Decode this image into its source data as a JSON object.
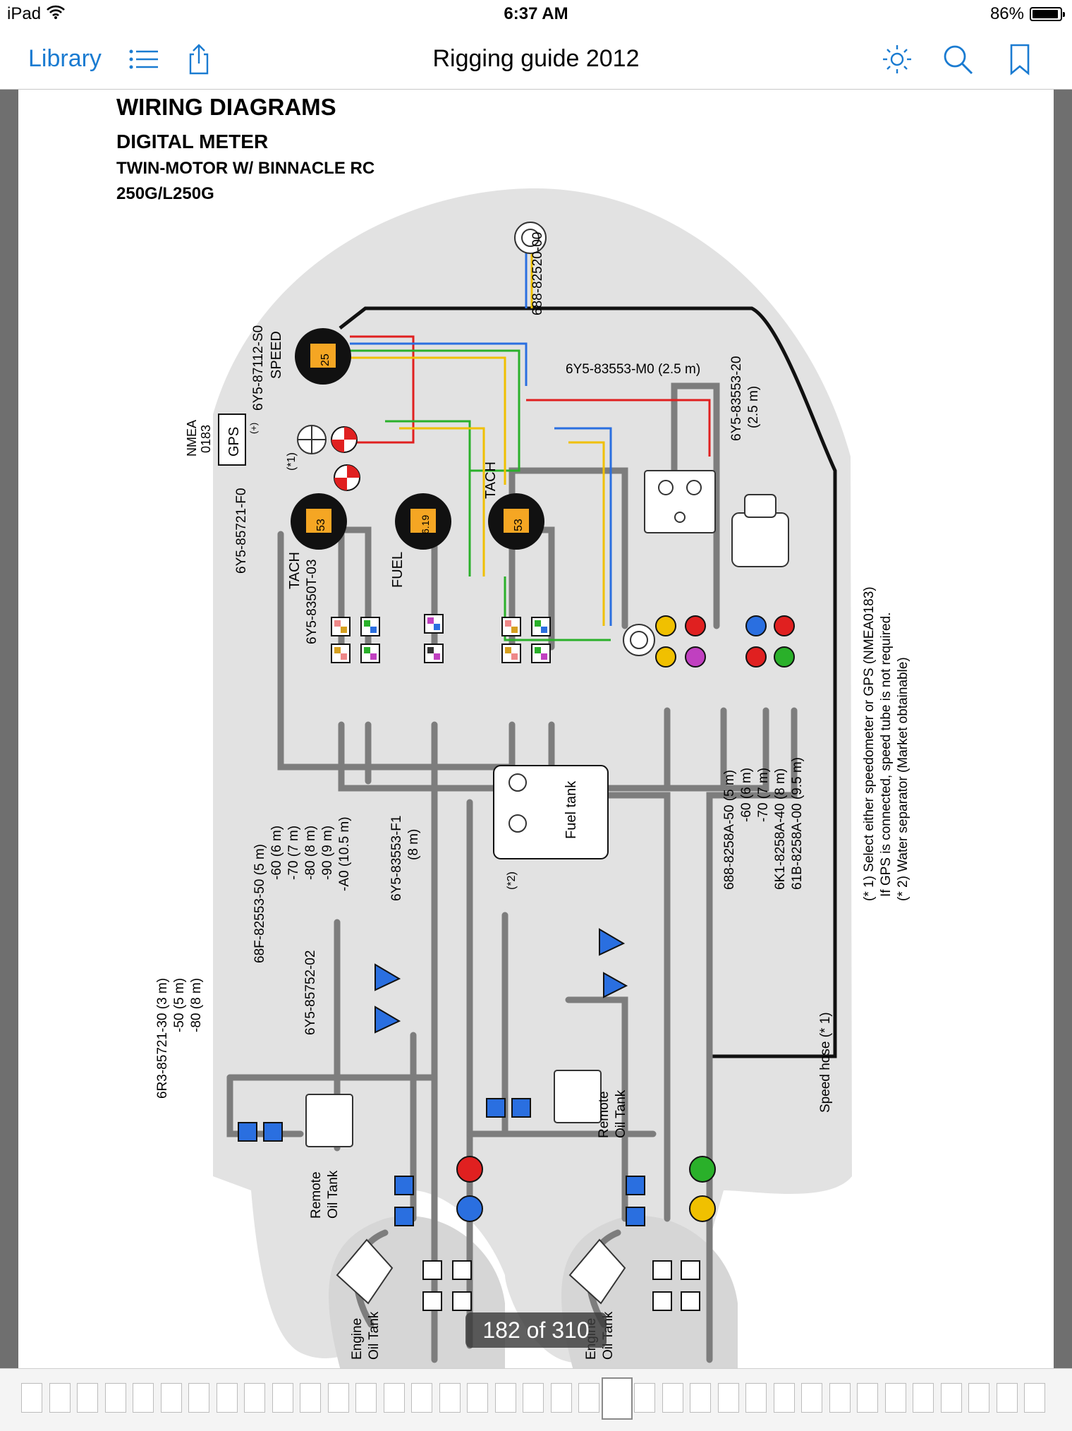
{
  "status_bar": {
    "device": "iPad",
    "time": "6:37 AM",
    "battery": "86%"
  },
  "toolbar": {
    "library_label": "Library",
    "title": "Rigging guide 2012",
    "icons": [
      "list-icon",
      "share-icon",
      "brightness-icon",
      "search-icon",
      "bookmark-icon"
    ]
  },
  "document": {
    "heading": "WIRING DIAGRAMS",
    "subheading": "DIGITAL METER",
    "subtitle": "TWIN-MOTOR W/ BINNACLE RC",
    "model": "250G/L250G"
  },
  "diagram": {
    "labels": {
      "speed": "SPEED",
      "speed_part": "6Y5-87112-S0",
      "gps": "GPS",
      "nmea": "NMEA",
      "nmea_num": "0183",
      "plus": "(+)",
      "star1": "(*1)",
      "gps_cable": "6Y5-85721-F0",
      "tach_left": "TACH",
      "tach_left_part": "6Y5-8350T-03",
      "fuel": "FUEL",
      "tach_right": "TACH",
      "top_sender": "688-82520-00",
      "hub_cable": "6Y5-83553-M0 (2.5 m)",
      "hub_cable_right": "6Y5-83553-20",
      "hub_cable_right_len": "(2.5 m)",
      "fuel_tank": "Fuel tank",
      "star2": "(*2)",
      "harness_left": [
        "68F-82553-50 (5 m)",
        "-60 (6 m)",
        "-70 (7 m)",
        "-80 (8 m)",
        "-90 (9 m)",
        "-A0 (10.5 m)"
      ],
      "fuel_cable": "6Y5-83553-F1",
      "fuel_cable_len": "(8 m)",
      "harness_right": [
        "688-8258A-50 (5 m)",
        "-60 (6 m)",
        "-70 (7 m)",
        "6K1-8258A-40 (8 m)",
        "61B-8258A-00 (9.5 m)"
      ],
      "separator": "6Y5-85752-02",
      "oil_cable": [
        "6R3-85721-30 (3 m)",
        "-50 (5 m)",
        "-80 (8 m)"
      ],
      "remote_oil_tank": [
        "Remote",
        "Oil Tank"
      ],
      "engine_oil_tank": [
        "Engine",
        "Oil Tank"
      ],
      "speed_hose": "Speed hose (* 1)",
      "notes": [
        "(* 1) Select either speedometer or GPS (NMEA0183)",
        "If GPS is connected, speed tube is not required.",
        "(* 2) Water separator (Market obtainable)"
      ],
      "speed_display": "25",
      "tach_display": "53",
      "fuel_display": "6.19",
      "tach_right_display": "53"
    }
  },
  "page_indicator": "182 of 310",
  "colors": {
    "accent": "#1a7bd1",
    "bg_shape": "#e2e2e2",
    "cable": "#7d7d7d",
    "gauge": "#111111",
    "display": "#f5a623"
  }
}
